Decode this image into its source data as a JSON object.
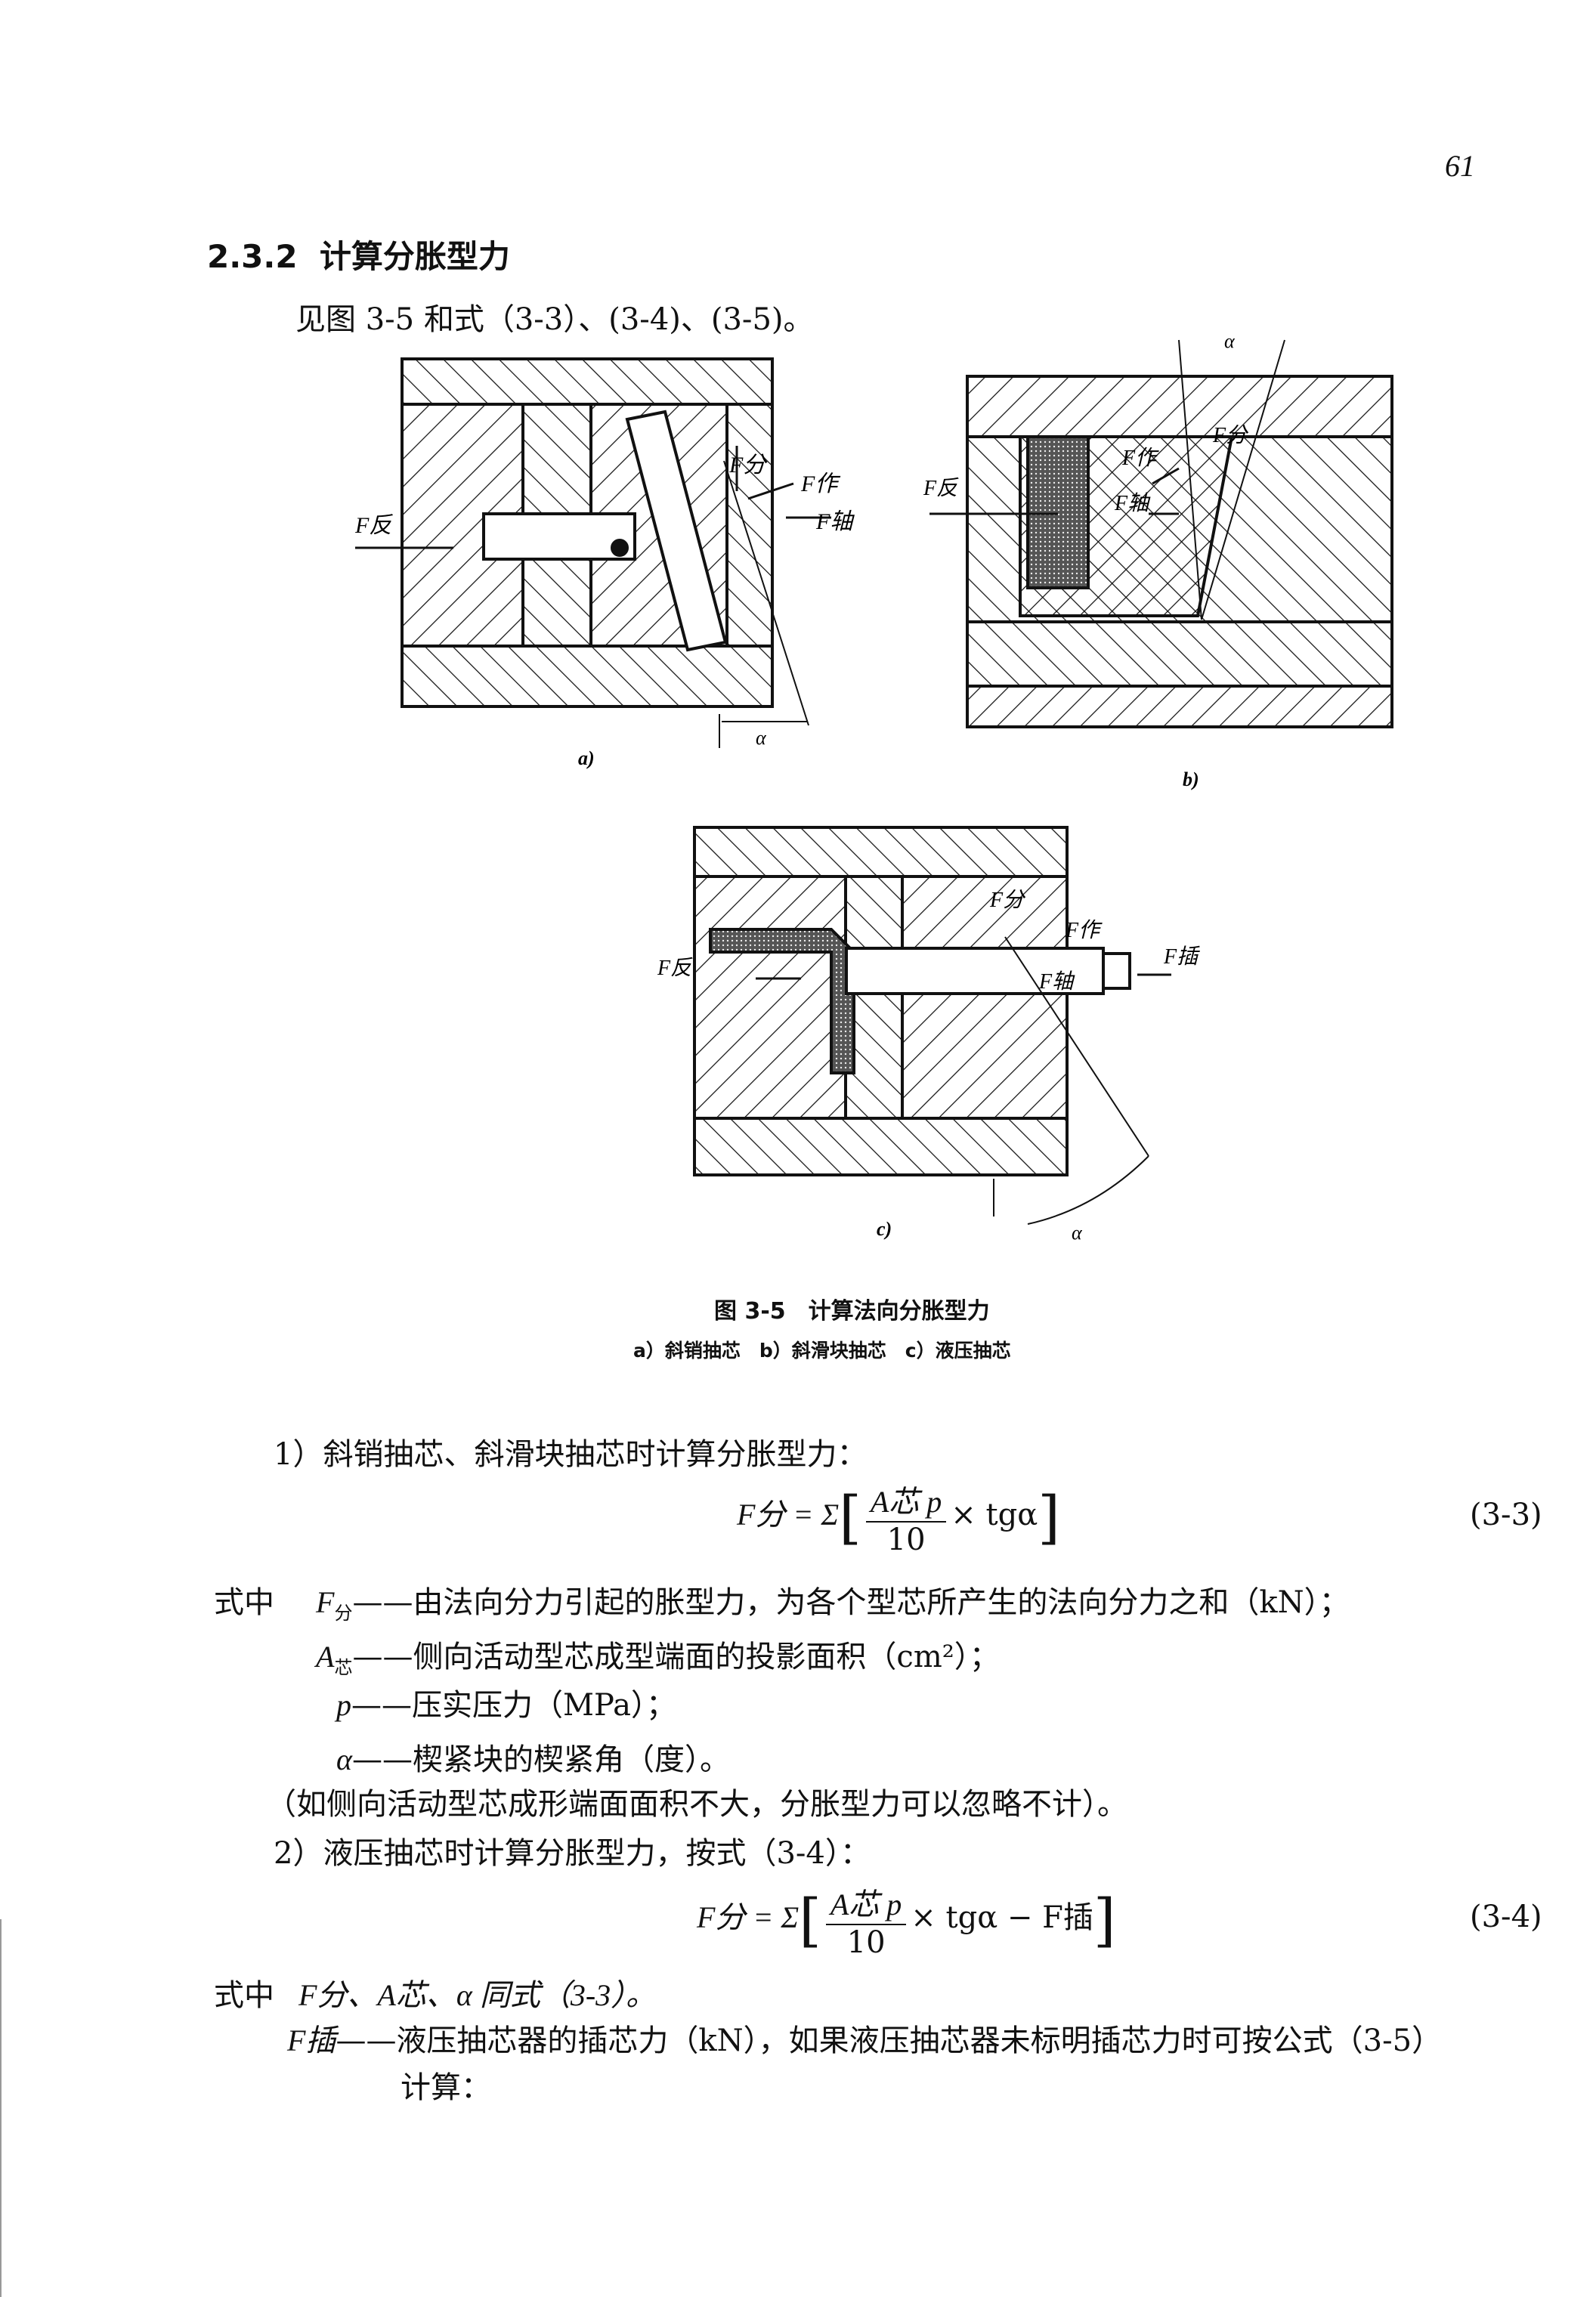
{
  "page_number": "61",
  "section": {
    "number": "2.3.2",
    "title": "计算分胀型力"
  },
  "intro": "见图 3-5 和式（3-3）、(3-4)、(3-5)。",
  "figure": {
    "caption": "图 3-5　计算法向分胀型力",
    "subcaption": "a）斜销抽芯　b）斜滑块抽芯　c）液压抽芯",
    "panel_labels": [
      "a)",
      "b)",
      "c)"
    ],
    "force_labels": {
      "F_fan": "F反",
      "F_fen": "F分",
      "F_zuo": "F作",
      "F_zhou": "F轴",
      "F_cha": "F插",
      "alpha": "α"
    }
  },
  "item1": "1）斜销抽芯、斜滑块抽芯时计算分胀型力：",
  "eq33": {
    "lhs": "F分 = Σ",
    "num": "A芯 p",
    "den": "10",
    "tail": "× tgα",
    "number": "(3-3)"
  },
  "where1": {
    "lead": "式中",
    "defs": [
      {
        "sym": "F",
        "subs": "分",
        "text": "——由法向分力引起的胀型力，为各个型芯所产生的法向分力之和（kN）；"
      },
      {
        "sym": "A",
        "subs": "芯",
        "text": "——侧向活动型芯成型端面的投影面积（cm²）；"
      },
      {
        "sym": "p",
        "subs": "",
        "text": "——压实压力（MPa）；"
      },
      {
        "sym": "α",
        "subs": "",
        "text": "——楔紧块的楔紧角（度）。"
      }
    ],
    "note": "（如侧向活动型芯成形端面面积不大，分胀型力可以忽略不计）。"
  },
  "item2": "2）液压抽芯时计算分胀型力，按式（3-4）：",
  "eq34": {
    "lhs": "F分 = Σ",
    "num": "A芯 p",
    "den": "10",
    "tail": "× tgα − F插",
    "number": "(3-4)"
  },
  "where2": {
    "lead": "式中",
    "same": "F分、A芯、α 同式（3-3）。",
    "fcha_sym": "F插",
    "fcha_text": "——液压抽芯器的插芯力（kN），如果液压抽芯器未标明插芯力时可按公式（3-5）",
    "fcha_cont": "计算："
  }
}
